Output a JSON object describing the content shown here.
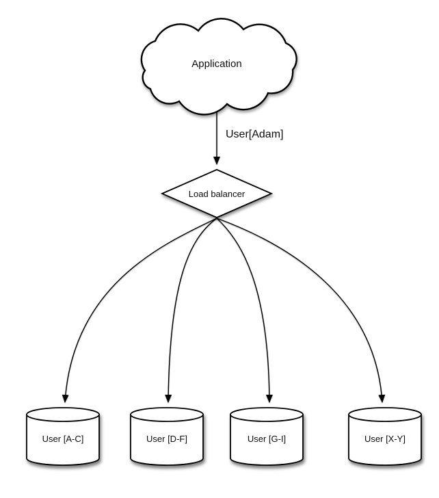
{
  "diagram": {
    "nodes": {
      "application": {
        "label": "Application",
        "shape": "cloud"
      },
      "load_balancer": {
        "label": "Load balancer",
        "shape": "diamond"
      },
      "shards": [
        {
          "label": "User [A-C]",
          "shape": "cylinder"
        },
        {
          "label": "User [D-F]",
          "shape": "cylinder"
        },
        {
          "label": "User [G-I]",
          "shape": "cylinder"
        },
        {
          "label": "User [X-Y]",
          "shape": "cylinder"
        }
      ]
    },
    "edges": {
      "request_label": "User[Adam]"
    },
    "colors": {
      "stroke": "#000000",
      "fill": "#ffffff",
      "text": "#0d0d0d",
      "background": "#ffffff"
    }
  }
}
